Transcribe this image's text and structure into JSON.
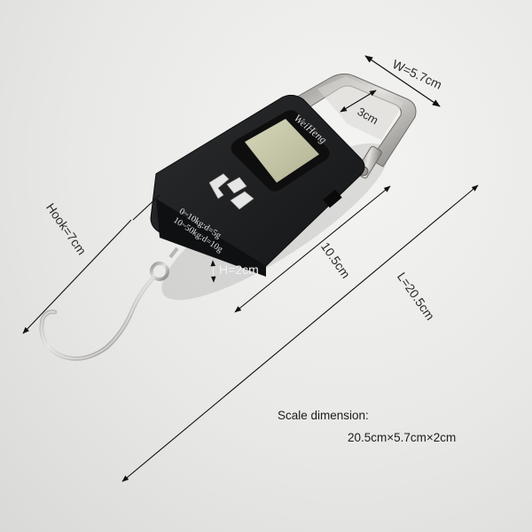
{
  "product": {
    "brand": "WeiHeng",
    "range_line_1": "0~10kg:d=5g",
    "range_line_2": "10~50kg:d=10g",
    "colors": {
      "body": "#1f2022",
      "lcd": "#c9c9a8",
      "metal": "#b9b7b2",
      "background": "#e6e6e4",
      "annotation": "#1a1a1a"
    }
  },
  "annotations": {
    "width": "W=5.7cm",
    "handle": "3cm",
    "hook": "Hook=7cm",
    "body_length": "10.5cm",
    "total_length": "L=20.5cm",
    "height": "H=2cm"
  },
  "caption": {
    "title": "Scale dimension:",
    "value": "20.5cm×5.7cm×2cm"
  }
}
